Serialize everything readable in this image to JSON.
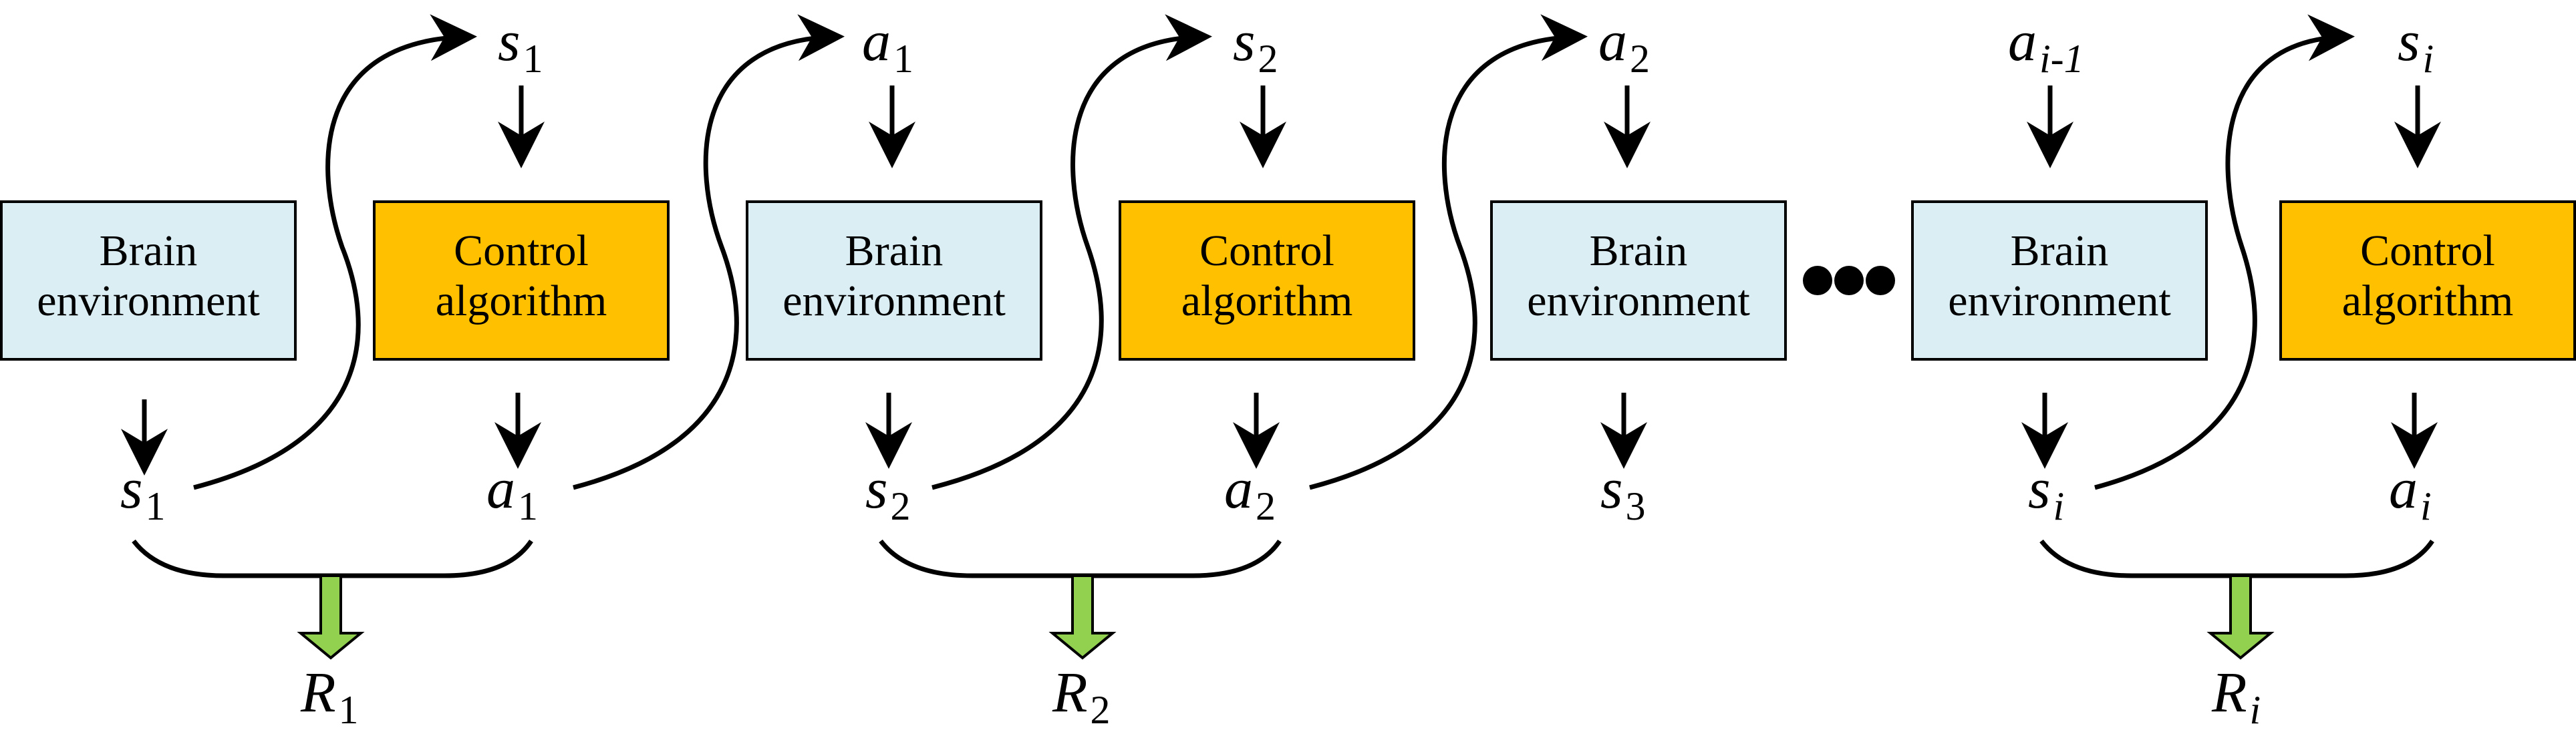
{
  "colors": {
    "brain_fill": "#dbeef4",
    "control_fill": "#ffc000",
    "reward_arrow": "#92d050",
    "stroke": "#000000"
  },
  "boxes": [
    {
      "kind": "brain",
      "line1": "Brain",
      "line2": "environment"
    },
    {
      "kind": "control",
      "line1": "Control",
      "line2": "algorithm"
    },
    {
      "kind": "brain",
      "line1": "Brain",
      "line2": "environment"
    },
    {
      "kind": "control",
      "line1": "Control",
      "line2": "algorithm"
    },
    {
      "kind": "brain",
      "line1": "Brain",
      "line2": "environment"
    },
    {
      "kind": "brain",
      "line1": "Brain",
      "line2": "environment"
    },
    {
      "kind": "control",
      "line1": "Control",
      "line2": "algorithm"
    }
  ],
  "top_labels": [
    {
      "base": "s",
      "sub": "1"
    },
    {
      "base": "a",
      "sub": "1"
    },
    {
      "base": "s",
      "sub": "2"
    },
    {
      "base": "a",
      "sub": "2"
    },
    {
      "base": "a",
      "sub": "i-1"
    },
    {
      "base": "s",
      "sub": "i"
    }
  ],
  "bottom_labels": [
    {
      "base": "s",
      "sub": "1"
    },
    {
      "base": "a",
      "sub": "1"
    },
    {
      "base": "s",
      "sub": "2"
    },
    {
      "base": "a",
      "sub": "2"
    },
    {
      "base": "s",
      "sub": "3"
    },
    {
      "base": "s",
      "sub": "i"
    },
    {
      "base": "a",
      "sub": "i"
    }
  ],
  "rewards": [
    {
      "base": "R",
      "sub": "1"
    },
    {
      "base": "R",
      "sub": "2"
    },
    {
      "base": "R",
      "sub": "i"
    }
  ]
}
